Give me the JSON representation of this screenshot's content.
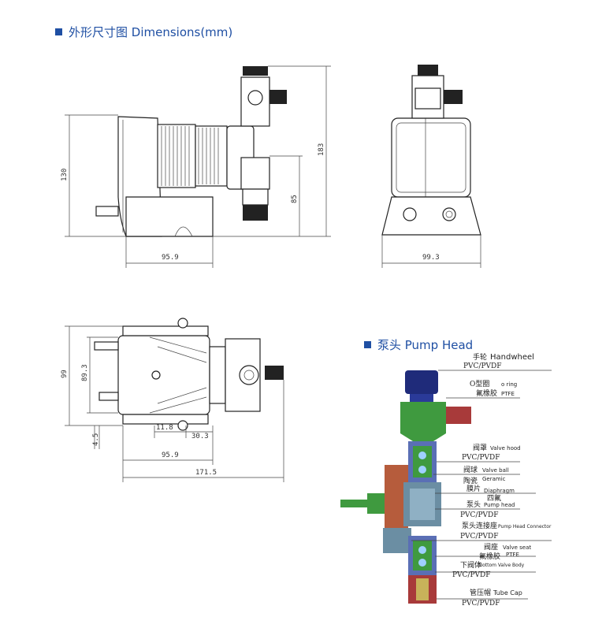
{
  "titles": {
    "dimensions": "外形尺寸图  Dimensions(mm)",
    "pump_head": "泵头  Pump Head"
  },
  "dimensions": {
    "side_height": "130",
    "side_width": "95.9",
    "side_outlet_height": "85",
    "total_height": "183",
    "front_width": "99.3",
    "top_height_outer": "99",
    "top_height_inner": "89.3",
    "top_small": "4.5",
    "top_offset_a": "11.8",
    "top_offset_b": "30.3",
    "top_width": "95.9",
    "top_total_length": "171.5"
  },
  "pump_head_labels": {
    "handwheel_cn": "手轮",
    "handwheel_en": "Handwheel",
    "handwheel_mat": "PVC/PVDF",
    "oring_cn": "O型圈",
    "oring_en": "o ring",
    "oring_mat_cn": "氟橡胶",
    "oring_mat_en": "PTFE",
    "valve_hood_cn": "阀罩",
    "valve_hood_en": "Valve hood",
    "valve_hood_mat": "PVC/PVDF",
    "valve_ball_cn": "阀球",
    "valve_ball_en": "Valve ball",
    "ceramic_cn": "陶瓷",
    "ceramic_en": "Geramic",
    "diaphragm_cn": "膜片",
    "diaphragm_en": "Diaphragm",
    "diaphragm_mat_cn": "四氟",
    "pump_head_cn": "泵头",
    "pump_head_en": "Pump head",
    "pump_head_mat": "PVC/PVDF",
    "connector_cn": "泵头连接座",
    "connector_en": "Pump Head Connector",
    "connector_mat": "PVC/PVDF",
    "valve_seat_cn": "阀座",
    "valve_seat_en": "Valve seat",
    "valve_seat_mat_cn": "氟橡胶",
    "valve_seat_mat_en": "PTFE",
    "bottom_body_cn": "下阀体",
    "bottom_body_en": "Bottom Valve Body",
    "bottom_body_mat": "PVC/PVDF",
    "tube_cap_cn": "管压帽",
    "tube_cap_en": "Tube Cap",
    "tube_cap_mat": "PVC/PVDF"
  },
  "colors": {
    "title": "#1f4fa3",
    "handwheel": "#1f2b7a",
    "green_part": "#3f9a3f",
    "red_part": "#a83a3a",
    "blue_part": "#5a6fb5",
    "gray_part": "#6b8ea3",
    "yellow_part": "#c8b25a",
    "rust_part": "#b65c3c"
  }
}
